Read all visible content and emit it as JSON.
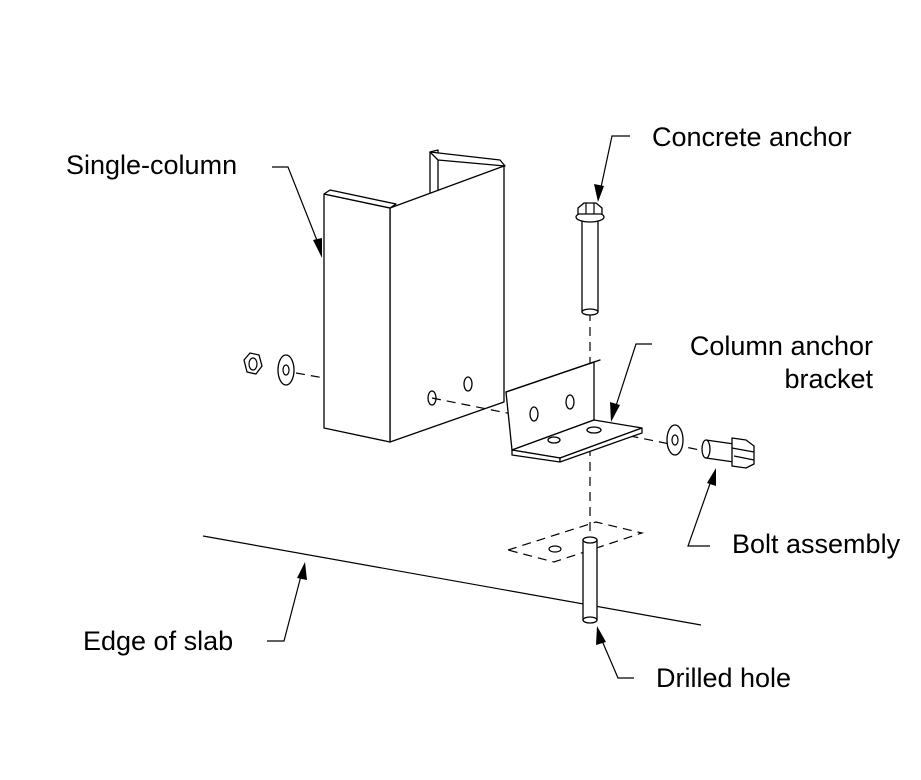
{
  "labels": {
    "single_column": "Single-column",
    "concrete_anchor": "Concrete anchor",
    "column_anchor_bracket_line1": "Column anchor",
    "column_anchor_bracket_line2": "bracket",
    "bolt_assembly": "Bolt assembly",
    "edge_of_slab": "Edge of slab",
    "drilled_hole": "Drilled hole"
  }
}
